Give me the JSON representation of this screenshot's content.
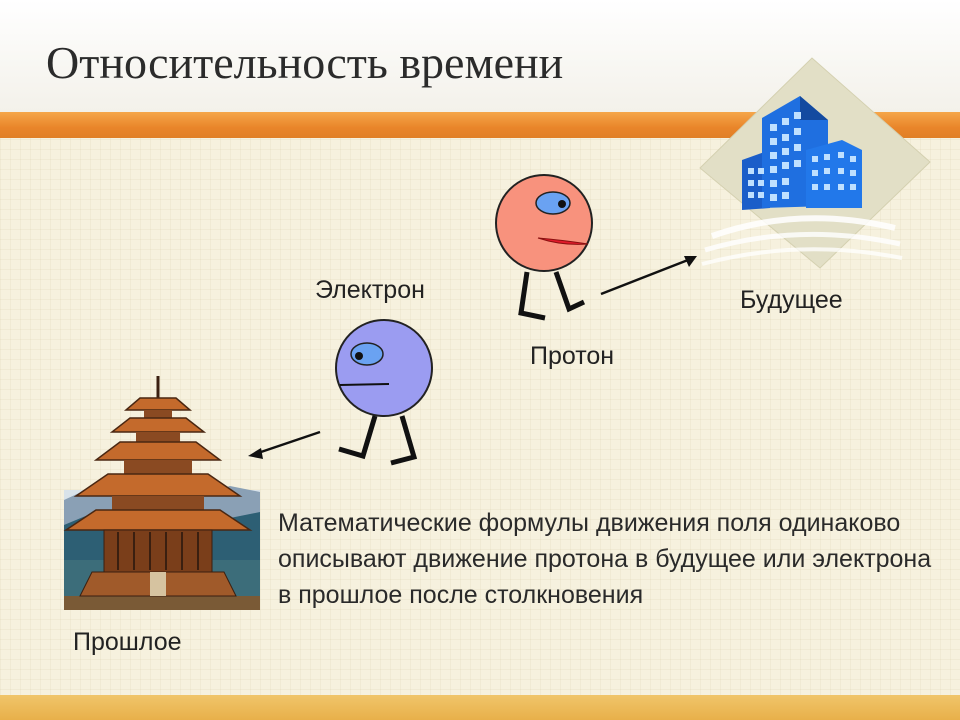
{
  "slide": {
    "title": "Относительность времени",
    "labels": {
      "electron": "Электрон",
      "proton": "Протон",
      "future": "Будущее",
      "past": "Прошлое"
    },
    "description": "Математические формулы движения поля одинаково описывают движение протона в будущее или электрона в прошлое после столкновения"
  },
  "colors": {
    "accent_orange": "#e9852a",
    "proton_fill": "#f8927d",
    "electron_fill": "#9b9cf1",
    "building_blue": "#1f6fe0",
    "pagoda_brown": "#b5652a"
  },
  "icons": [
    "pagoda-icon",
    "city-buildings-icon",
    "proton-character-icon",
    "electron-character-icon",
    "arrow-icon"
  ]
}
